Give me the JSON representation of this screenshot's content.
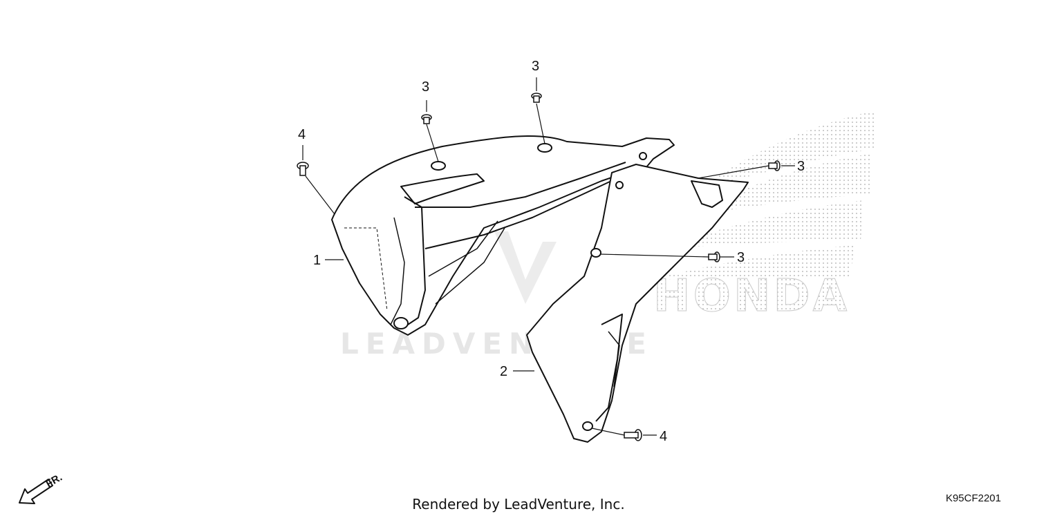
{
  "watermark": {
    "text": "LEADVENTURE"
  },
  "brand_mark": {
    "text": "HONDA",
    "icon": "honda-wing-icon"
  },
  "callouts": {
    "c1": "1",
    "c2": "2",
    "c3a": "3",
    "c3b": "3",
    "c3c": "3",
    "c3d": "3",
    "c4a": "4",
    "c4b": "4"
  },
  "direction": {
    "label": "FR.",
    "icon": "front-direction-arrow-icon"
  },
  "footer": {
    "text": "Rendered by LeadVenture, Inc."
  },
  "diagram_code": "K95CF2201"
}
